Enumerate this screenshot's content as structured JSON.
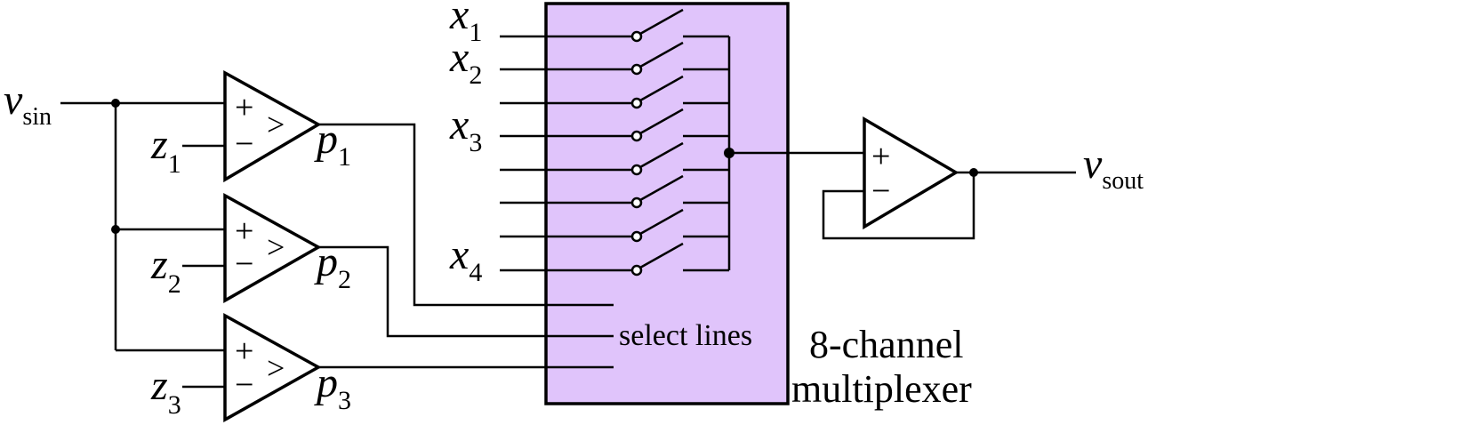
{
  "colors": {
    "mux_fill": "#e0c4fb",
    "ink": "#000000",
    "background": "#ffffff"
  },
  "input": {
    "symbol": "v",
    "subscript": "sin"
  },
  "output": {
    "symbol": "v",
    "subscript": "sout"
  },
  "comparators": [
    {
      "sign_plus": "+",
      "sign_minus": "−",
      "gt": ">",
      "ref": {
        "symbol": "z",
        "subscript": "1"
      },
      "out": {
        "symbol": "p",
        "subscript": "1"
      }
    },
    {
      "sign_plus": "+",
      "sign_minus": "−",
      "gt": ">",
      "ref": {
        "symbol": "z",
        "subscript": "2"
      },
      "out": {
        "symbol": "p",
        "subscript": "2"
      }
    },
    {
      "sign_plus": "+",
      "sign_minus": "−",
      "gt": ">",
      "ref": {
        "symbol": "z",
        "subscript": "3"
      },
      "out": {
        "symbol": "p",
        "subscript": "3"
      }
    }
  ],
  "mux_inputs": [
    {
      "symbol": "x",
      "subscript": "1"
    },
    {
      "symbol": "x",
      "subscript": "2"
    },
    {
      "symbol": "x",
      "subscript": "3"
    },
    {
      "symbol": "x",
      "subscript": "4"
    }
  ],
  "mux": {
    "select_label": "select lines",
    "title_line1": "8-channel",
    "title_line2": "multiplexer"
  },
  "buffer": {
    "sign_plus": "+",
    "sign_minus": "−"
  }
}
